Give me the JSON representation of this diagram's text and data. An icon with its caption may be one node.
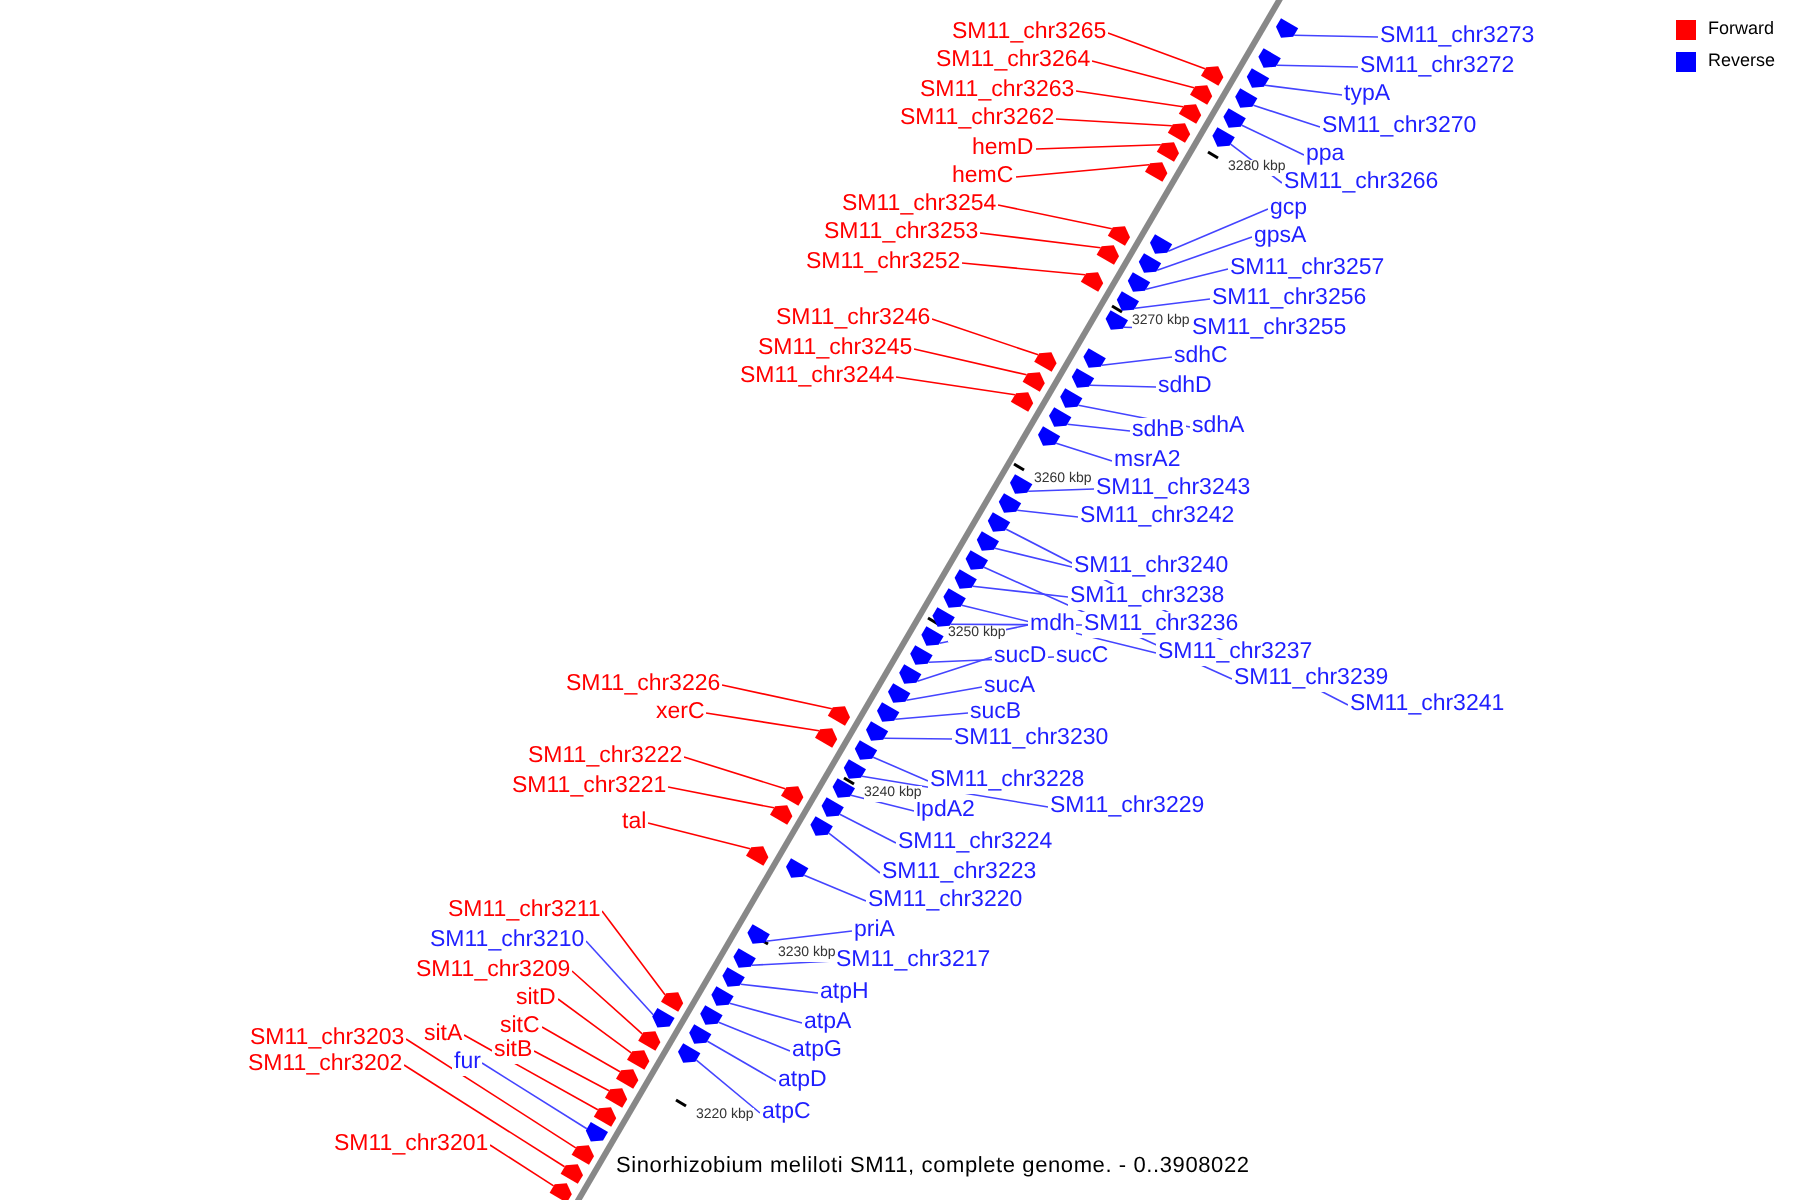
{
  "diagram": {
    "caption": "Sinorhizobium meliloti SM11, complete genome. - 0..3908022",
    "nodes": [
      {
        "text": [
          "SM11_chr3273"
        ]
      },
      {
        "text": [
          "SM11_chr3265"
        ]
      },
      {
        "text": [
          "SM11_chr3272"
        ]
      },
      {
        "text": [
          "SM11_chr3264"
        ]
      },
      {
        "text": [
          "typA"
        ]
      },
      {
        "text": [
          "SM11_chr3263"
        ]
      },
      {
        "text": [
          "SM11_chr3262"
        ]
      },
      {
        "text": [
          "SM11_chr3270"
        ]
      },
      {
        "text": [
          "hemD"
        ]
      },
      {
        "text": [
          "ppa"
        ]
      },
      {
        "text": [
          "hemC"
        ]
      },
      {
        "text": [
          "SM11_chr3266"
        ]
      },
      {
        "text": [
          "SM11_chr3254"
        ]
      },
      {
        "text": [
          "gcp"
        ]
      },
      {
        "text": [
          "SM11_chr3253"
        ]
      },
      {
        "text": [
          "gpsA"
        ]
      },
      {
        "text": [
          "SM11_chr3252"
        ]
      },
      {
        "text": [
          "SM11_chr3257"
        ]
      },
      {
        "text": [
          "SM11_chr3256"
        ]
      },
      {
        "text": [
          "SM11_chr3246"
        ]
      },
      {
        "text": [
          "SM11_chr3255"
        ]
      },
      {
        "text": [
          "SM11_chr3245"
        ]
      },
      {
        "text": [
          "sdhC"
        ]
      },
      {
        "text": [
          "SM11_chr3244"
        ]
      },
      {
        "text": [
          "sdhD"
        ]
      },
      {
        "text": [
          "sdhB"
        ]
      },
      {
        "text": [
          "sdhA"
        ]
      },
      {
        "text": [
          "msrA2"
        ]
      },
      {
        "text": [
          "SM11_chr3243"
        ]
      },
      {
        "text": [
          "SM11_chr3242"
        ]
      },
      {
        "text": [
          "SM11_chr3240"
        ]
      },
      {
        "text": [
          "SM11_chr3238"
        ]
      },
      {
        "text": [
          "mdh"
        ]
      },
      {
        "text": [
          "SM11_chr3236"
        ]
      },
      {
        "text": [
          "SM11_chr3237"
        ]
      },
      {
        "text": [
          "sucD"
        ]
      },
      {
        "text": [
          "sucC"
        ]
      },
      {
        "text": [
          "SM11_chr3239"
        ]
      },
      {
        "text": [
          "SM11_chr3226"
        ]
      },
      {
        "text": [
          "sucA"
        ]
      },
      {
        "text": [
          "SM11_chr3241"
        ]
      },
      {
        "text": [
          "xerC"
        ]
      },
      {
        "text": [
          "sucB"
        ]
      },
      {
        "text": [
          "SM11_chr3230"
        ]
      },
      {
        "text": [
          "SM11_chr3222"
        ]
      },
      {
        "text": [
          "SM11_chr3228"
        ]
      },
      {
        "text": [
          "SM11_chr3221"
        ]
      },
      {
        "text": [
          "SM11_chr3229"
        ]
      },
      {
        "text": [
          "lpdA2"
        ]
      },
      {
        "text": [
          "tal"
        ]
      },
      {
        "text": [
          "SM11_chr3224"
        ]
      },
      {
        "text": [
          "SM11_chr3223"
        ]
      },
      {
        "text": [
          "SM11_chr3220"
        ]
      },
      {
        "text": [
          "SM11_chr3211"
        ]
      },
      {
        "text": [
          "priA"
        ]
      },
      {
        "text": [
          "SM11_chr3210"
        ]
      },
      {
        "text": [
          "SM11_chr3217"
        ]
      },
      {
        "text": [
          "SM11_chr3209"
        ]
      },
      {
        "text": [
          "atpH"
        ]
      },
      {
        "text": [
          "sitD"
        ]
      },
      {
        "text": [
          "atpA"
        ]
      },
      {
        "text": [
          "sitC"
        ]
      },
      {
        "text": [
          "sitA"
        ]
      },
      {
        "text": [
          "SM11_chr3203"
        ]
      },
      {
        "text": [
          "atpG"
        ]
      },
      {
        "text": [
          "sitB"
        ]
      },
      {
        "text": [
          "fur"
        ]
      },
      {
        "text": [
          "SM11_chr3202"
        ]
      },
      {
        "text": [
          "atpD"
        ]
      },
      {
        "text": [
          "atpC"
        ]
      },
      {
        "text": [
          "SM11_chr3201"
        ]
      },
      {
        "text": [],
        "shape": "pentagon"
      },
      {
        "text": [],
        "shape": "pentagon"
      },
      {
        "text": [],
        "shape": "pentagon"
      },
      {
        "text": [],
        "shape": "pentagon"
      },
      {
        "text": [],
        "shape": "pentagon"
      },
      {
        "text": [],
        "shape": "pentagon"
      },
      {
        "text": [],
        "shape": "pentagon"
      },
      {
        "text": [],
        "shape": "pentagon"
      },
      {
        "text": [],
        "shape": "pentagon"
      },
      {
        "text": [],
        "shape": "pentagon"
      },
      {
        "text": [],
        "shape": "pentagon"
      },
      {
        "text": [],
        "shape": "pentagon"
      },
      {
        "text": [],
        "shape": "pentagon"
      },
      {
        "text": [],
        "shape": "pentagon"
      },
      {
        "text": [],
        "shape": "pentagon"
      },
      {
        "text": [],
        "shape": "pentagon"
      },
      {
        "text": [],
        "shape": "pentagon"
      },
      {
        "text": [],
        "shape": "pentagon"
      },
      {
        "text": [],
        "shape": "pentagon"
      },
      {
        "text": [],
        "shape": "pentagon"
      },
      {
        "text": [],
        "shape": "pentagon"
      },
      {
        "text": [],
        "shape": "pentagon"
      },
      {
        "text": [],
        "shape": "pentagon"
      },
      {
        "text": [],
        "shape": "pentagon"
      },
      {
        "text": [],
        "shape": "pentagon"
      },
      {
        "text": [],
        "shape": "pentagon"
      },
      {
        "text": [],
        "shape": "pentagon"
      },
      {
        "text": [],
        "shape": "pentagon"
      },
      {
        "text": [],
        "shape": "pentagon"
      },
      {
        "text": [],
        "shape": "pentagon"
      },
      {
        "text": [],
        "shape": "pentagon"
      },
      {
        "text": [],
        "shape": "pentagon"
      },
      {
        "text": [],
        "shape": "pentagon"
      },
      {
        "text": [],
        "shape": "pentagon"
      },
      {
        "text": [],
        "shape": "pentagon"
      },
      {
        "text": [],
        "shape": "pentagon"
      },
      {
        "text": [],
        "shape": "pentagon"
      },
      {
        "text": [],
        "shape": "pentagon"
      },
      {
        "text": [],
        "shape": "pentagon"
      },
      {
        "text": [],
        "shape": "pentagon"
      },
      {
        "text": [],
        "shape": "pentagon"
      },
      {
        "text": [],
        "shape": "pentagon"
      },
      {
        "text": [],
        "shape": "pentagon"
      },
      {
        "text": [],
        "shape": "pentagon"
      },
      {
        "text": [],
        "shape": "pentagon"
      },
      {
        "text": [],
        "shape": "pentagon"
      },
      {
        "text": [],
        "shape": "pentagon"
      },
      {
        "text": [],
        "shape": "pentagon"
      },
      {
        "text": [],
        "shape": "pentagon"
      },
      {
        "text": [],
        "shape": "pentagon"
      },
      {
        "text": [],
        "shape": "pentagon"
      },
      {
        "text": [],
        "shape": "pentagon"
      },
      {
        "text": [],
        "shape": "pentagon"
      },
      {
        "text": [],
        "shape": "pentagon"
      },
      {
        "text": [],
        "shape": "pentagon"
      },
      {
        "text": [],
        "shape": "pentagon"
      },
      {
        "text": [],
        "shape": "pentagon"
      },
      {
        "text": [],
        "shape": "pentagon"
      },
      {
        "text": [],
        "shape": "pentagon"
      },
      {
        "text": [],
        "shape": "pentagon"
      },
      {
        "text": [],
        "shape": "pentagon"
      },
      {
        "text": [],
        "shape": "pentagon"
      },
      {
        "text": [],
        "shape": "pentagon"
      },
      {
        "text": [],
        "shape": "pentagon"
      },
      {
        "text": [],
        "shape": "pentagon"
      },
      {
        "text": [],
        "shape": "pentagon"
      },
      {
        "text": [],
        "shape": "pentagon"
      },
      {
        "text": [],
        "shape": "pentagon"
      },
      {
        "text": [],
        "shape": "pentagon"
      },
      {
        "text": [],
        "shape": "pentagon"
      },
      {
        "text": [],
        "shape": "pentagon"
      }
    ],
    "edges": [
      {
        "from": 0,
        "to": 71,
        "arrow": "none"
      },
      {
        "from": 1,
        "to": 72,
        "arrow": "none",
        "color": "#ff0000"
      },
      {
        "from": 2,
        "to": 73,
        "arrow": "none"
      },
      {
        "from": 3,
        "to": 74,
        "arrow": "none",
        "color": "#ff0000"
      },
      {
        "from": 4,
        "to": 75,
        "arrow": "none"
      },
      {
        "from": 5,
        "to": 76,
        "arrow": "none",
        "color": "#ff0000"
      },
      {
        "from": 6,
        "to": 77,
        "arrow": "none",
        "color": "#ff0000"
      },
      {
        "from": 7,
        "to": 78,
        "arrow": "none"
      },
      {
        "from": 8,
        "to": 79,
        "arrow": "none",
        "color": "#ff0000"
      },
      {
        "from": 9,
        "to": 80,
        "arrow": "none"
      },
      {
        "from": 10,
        "to": 81,
        "arrow": "none",
        "color": "#ff0000"
      },
      {
        "from": 11,
        "to": 82,
        "arrow": "none"
      },
      {
        "from": 12,
        "to": 83,
        "arrow": "none",
        "color": "#ff0000"
      },
      {
        "from": 13,
        "to": 84,
        "arrow": "none"
      },
      {
        "from": 14,
        "to": 85,
        "arrow": "none",
        "color": "#ff0000"
      },
      {
        "from": 15,
        "to": 86,
        "arrow": "none"
      },
      {
        "from": 16,
        "to": 87,
        "arrow": "none",
        "color": "#ff0000"
      },
      {
        "from": 17,
        "to": 88,
        "arrow": "none"
      },
      {
        "from": 18,
        "to": 89,
        "arrow": "none"
      },
      {
        "from": 19,
        "to": 90,
        "arrow": "none",
        "color": "#ff0000"
      },
      {
        "from": 20,
        "to": 91,
        "arrow": "none"
      },
      {
        "from": 21,
        "to": 92,
        "arrow": "none",
        "color": "#ff0000"
      },
      {
        "from": 22,
        "to": 93,
        "arrow": "none"
      },
      {
        "from": 23,
        "to": 94,
        "arrow": "none",
        "color": "#ff0000"
      },
      {
        "from": 24,
        "to": 95,
        "arrow": "none"
      },
      {
        "from": 25,
        "to": 96,
        "arrow": "none"
      },
      {
        "from": 26,
        "to": 97,
        "arrow": "none"
      },
      {
        "from": 27,
        "to": 98,
        "arrow": "none"
      },
      {
        "from": 28,
        "to": 99,
        "arrow": "none"
      },
      {
        "from": 29,
        "to": 100,
        "arrow": "none"
      },
      {
        "from": 30,
        "to": 101,
        "arrow": "none"
      },
      {
        "from": 31,
        "to": 102,
        "arrow": "none"
      },
      {
        "from": 32,
        "to": 103,
        "arrow": "none"
      },
      {
        "from": 33,
        "to": 104,
        "arrow": "none"
      },
      {
        "from": 34,
        "to": 105,
        "arrow": "none"
      },
      {
        "from": 35,
        "to": 106,
        "arrow": "none"
      },
      {
        "from": 36,
        "to": 107,
        "arrow": "none"
      },
      {
        "from": 37,
        "to": 108,
        "arrow": "none"
      },
      {
        "from": 38,
        "to": 109,
        "arrow": "none",
        "color": "#ff0000"
      },
      {
        "from": 39,
        "to": 110,
        "arrow": "none"
      },
      {
        "from": 40,
        "to": 111,
        "arrow": "none"
      },
      {
        "from": 41,
        "to": 112,
        "arrow": "none",
        "color": "#ff0000"
      },
      {
        "from": 42,
        "to": 113,
        "arrow": "none"
      },
      {
        "from": 43,
        "to": 114,
        "arrow": "none"
      },
      {
        "from": 44,
        "to": 115,
        "arrow": "none",
        "color": "#ff0000"
      },
      {
        "from": 45,
        "to": 116,
        "arrow": "none"
      },
      {
        "from": 46,
        "to": 117,
        "arrow": "none",
        "color": "#ff0000"
      },
      {
        "from": 47,
        "to": 118,
        "arrow": "none"
      },
      {
        "from": 48,
        "to": 119,
        "arrow": "none"
      },
      {
        "from": 49,
        "to": 120,
        "arrow": "none",
        "color": "#ff0000"
      },
      {
        "from": 50,
        "to": 121,
        "arrow": "none"
      },
      {
        "from": 51,
        "to": 122,
        "arrow": "none"
      },
      {
        "from": 52,
        "to": 123,
        "arrow": "none"
      },
      {
        "from": 53,
        "to": 124,
        "arrow": "none",
        "color": "#ff0000"
      },
      {
        "from": 54,
        "to": 125,
        "arrow": "none"
      },
      {
        "from": 55,
        "to": 126,
        "arrow": "none"
      },
      {
        "from": 56,
        "to": 127,
        "arrow": "none"
      },
      {
        "from": 57,
        "to": 128,
        "arrow": "none",
        "color": "#ff0000"
      },
      {
        "from": 58,
        "to": 129,
        "arrow": "none"
      },
      {
        "from": 59,
        "to": 130,
        "arrow": "none",
        "color": "#ff0000"
      },
      {
        "from": 60,
        "to": 131,
        "arrow": "none"
      },
      {
        "from": 61,
        "to": 132,
        "arrow": "none",
        "color": "#ff0000"
      },
      {
        "from": 62,
        "to": 133,
        "arrow": "none",
        "color": "#ff0000"
      },
      {
        "from": 63,
        "to": 134,
        "arrow": "none",
        "color": "#ff0000"
      },
      {
        "from": 64,
        "to": 135,
        "arrow": "none"
      },
      {
        "from": 65,
        "to": 136,
        "arrow": "none",
        "color": "#ff0000"
      },
      {
        "from": 66,
        "to": 137,
        "arrow": "none"
      },
      {
        "from": 67,
        "to": 138,
        "arrow": "none",
        "color": "#ff0000"
      },
      {
        "from": 68,
        "to": 139,
        "arrow": "none"
      },
      {
        "from": 69,
        "to": 140,
        "arrow": "none"
      },
      {
        "from": 70,
        "to": 141,
        "arrow": "none",
        "color": "#ff0000"
      }
    ],
    "labels": [
      "3280 kbp",
      "3270 kbp",
      "3260 kbp",
      "3250 kbp",
      "3240 kbp",
      "3230 kbp",
      "3220 kbp"
    ],
    "legend": [
      {
        "text": "Forward",
        "color": "#ff0000"
      },
      {
        "text": "Reverse",
        "color": "#0000ff"
      }
    ]
  }
}
